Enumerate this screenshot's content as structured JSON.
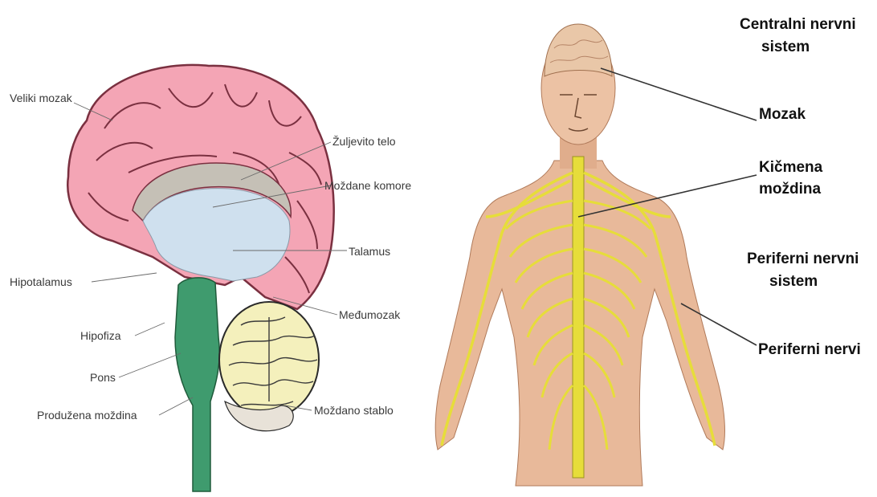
{
  "brain_diagram": {
    "labels": {
      "veliki_mozak": "Veliki mozak",
      "zuljevito_telo": "Žuljevito telo",
      "mozdane_komore": "Moždane komore",
      "talamus": "Talamus",
      "hipotalamus": "Hipotalamus",
      "medjumozak": "Međumozak",
      "hipofiza": "Hipofiza",
      "pons": "Pons",
      "produzena_mozdina": "Produžena moždina",
      "mozdano_stablo": "Moždano stablo"
    }
  },
  "nervous_system_diagram": {
    "labels": {
      "centralni_line1": "Centralni nervni",
      "centralni_line2": "sistem",
      "mozak": "Mozak",
      "kicmena_line1": "Kičmena",
      "kicmena_line2": "moždina",
      "periferni_sistem_line1": "Periferni nervni",
      "periferni_sistem_line2": "sistem",
      "periferni_nervi": "Periferni nervi"
    }
  },
  "colors": {
    "cerebrum": "#f4a5b5",
    "cerebrum_outline": "#7a3040",
    "ventricles": "#cfe0ee",
    "corpus_callosum": "#c5c0b6",
    "brainstem": "#3f9b6e",
    "cerebellum": "#f4f0bc",
    "skin": "#e8b99a",
    "nerves": "#e6dd3a"
  }
}
